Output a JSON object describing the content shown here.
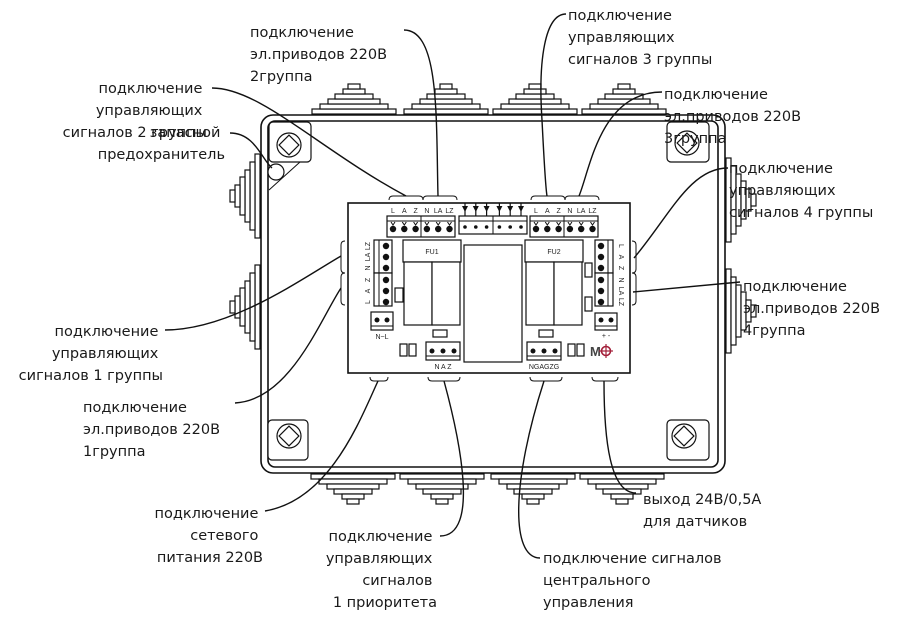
{
  "diagram": {
    "title": "Connection diagram of control box",
    "board": {
      "fuses": [
        "FU1",
        "FU2"
      ],
      "top_left_terminals": [
        "L",
        "A",
        "Z",
        "N",
        "LA",
        "LZ"
      ],
      "top_right_terminals": [
        "L",
        "A",
        "Z",
        "N",
        "LA",
        "LZ"
      ],
      "left_terminals": [
        "LZ",
        "LA",
        "N",
        "Z",
        "A",
        "L"
      ],
      "right_terminals": [
        "L",
        "A",
        "Z",
        "N",
        "LA",
        "LZ"
      ],
      "power_terminal": "N~L",
      "priority_terminal": "N  A  Z",
      "central_terminal": "NGAGZG",
      "sensor_out_terminal": "+   -",
      "logo": "M"
    },
    "labels": [
      {
        "id": "drive-group-2",
        "lines": [
          "подключение",
          "эл.приводов 220В",
          "2группа"
        ]
      },
      {
        "id": "signals-group-2",
        "lines": [
          "подключение",
          "управляющих",
          "сигналов 2 группы"
        ]
      },
      {
        "id": "spare-fuse",
        "lines": [
          "запасной",
          "предохранитель"
        ]
      },
      {
        "id": "signals-group-3",
        "lines": [
          "подключение",
          "управляющих",
          "сигналов 3 группы"
        ]
      },
      {
        "id": "drive-group-3",
        "lines": [
          "подключение",
          "эл.приводов 220В",
          "3группа"
        ]
      },
      {
        "id": "signals-group-4",
        "lines": [
          "подключение",
          "управляющих",
          "сигналов 4 группы"
        ]
      },
      {
        "id": "drive-group-4",
        "lines": [
          "подключение",
          "эл.приводов 220В",
          "4группа"
        ]
      },
      {
        "id": "signals-group-1",
        "lines": [
          "подключение",
          "управляющих",
          "сигналов 1 группы"
        ]
      },
      {
        "id": "drive-group-1",
        "lines": [
          "подключение",
          "эл.приводов 220В",
          "1группа"
        ]
      },
      {
        "id": "mains-power",
        "lines": [
          "подключение",
          "сетевого",
          "питания 220В"
        ]
      },
      {
        "id": "priority-signals",
        "lines": [
          "подключение",
          "управляющих",
          "сигналов",
          "1 приоритета"
        ]
      },
      {
        "id": "central-control",
        "lines": [
          "подключение сигналов",
          "центрального",
          "управления"
        ]
      },
      {
        "id": "sensor-output",
        "lines": [
          "выход 24В/0,5А",
          "для датчиков"
        ]
      }
    ],
    "colors": {
      "line": "#111111",
      "logo_accent": "#a3203a"
    }
  }
}
